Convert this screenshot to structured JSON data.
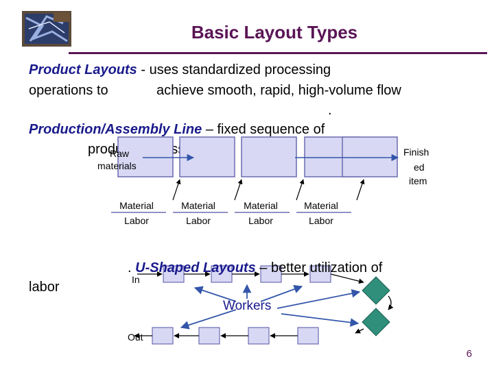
{
  "slide": {
    "title": "Basic Layout Types",
    "page_number": "6",
    "colors": {
      "title": "#5a1455",
      "box_fill": "#d8d8f4",
      "box_stroke": "#6b6bb0",
      "arrow": "#3355aa",
      "teal_box": "#2f8f7a",
      "rule": "#5a1455"
    }
  },
  "product": {
    "term": "Product Layouts",
    "line1_rest": " - uses standardized processing",
    "line2a": "operations to",
    "line2b": "achieve smooth, rapid, high-volume flow",
    "dot": "."
  },
  "production": {
    "term": "Production/Assembly Line",
    "line_rest": " – fixed sequence of",
    "line2_fragment": "production / assembly"
  },
  "flow": {
    "raw_label_1": "Raw",
    "raw_label_2": "materials",
    "finished_label_1": "Finish",
    "finished_label_2": "ed",
    "finished_label_3": "item",
    "station_labels": [
      {
        "top": "Material",
        "bottom": "Labor"
      },
      {
        "top": "Material",
        "bottom": "Labor"
      },
      {
        "top": "Material",
        "bottom": "Labor"
      },
      {
        "top": "Material",
        "bottom": "Labor"
      }
    ]
  },
  "ushaped": {
    "bullet": ".",
    "term": "U-Shaped Layouts",
    "rest": " – better utilization of",
    "continuation": "labor",
    "in_label": "In",
    "out_label": "Out",
    "workers_label": "Workers"
  }
}
